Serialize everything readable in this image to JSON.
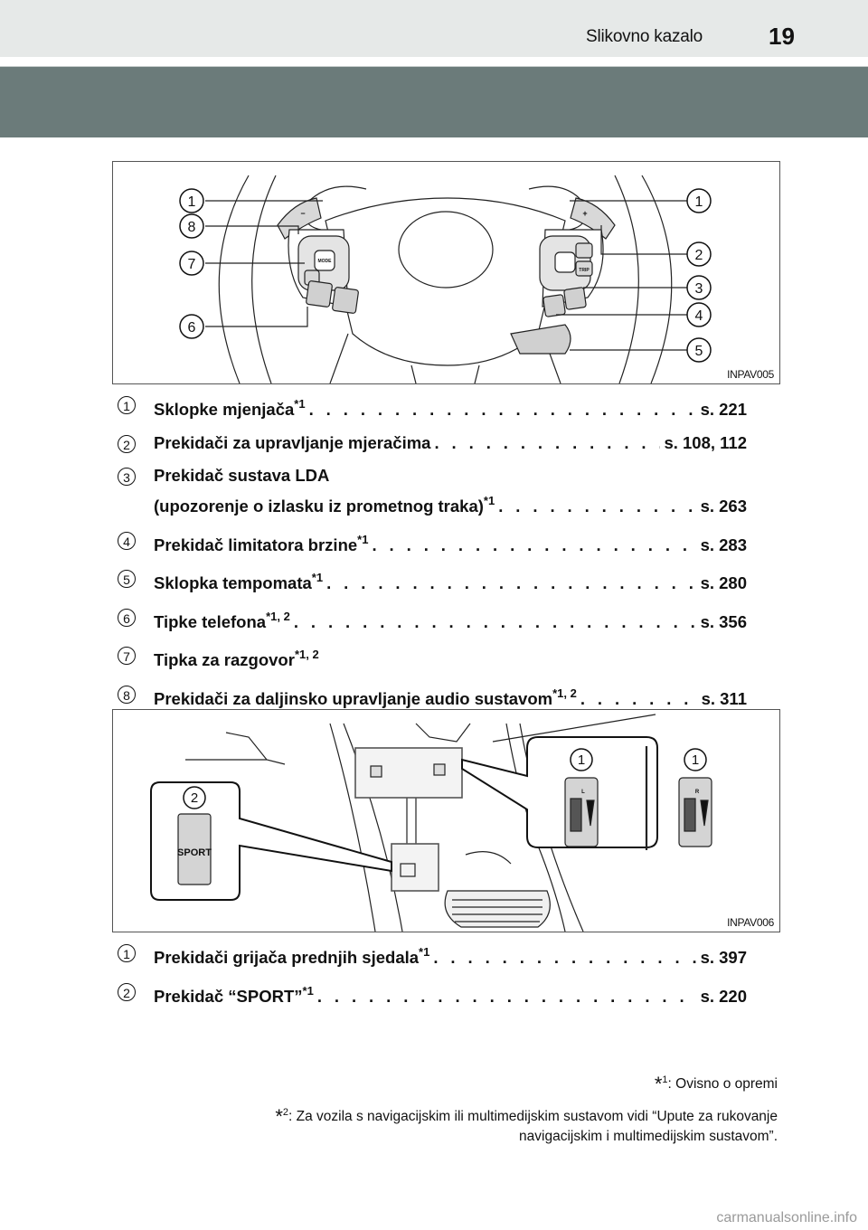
{
  "header": {
    "section_title": "Slikovno kazalo",
    "page_number": "19"
  },
  "figure1": {
    "code": "INPAV005",
    "callouts": [
      "1",
      "8",
      "7",
      "6",
      "1",
      "2",
      "3",
      "4",
      "5"
    ],
    "button_labels": {
      "mode": "MODE",
      "trip": "TRIP",
      "paddle_minus": "−",
      "paddle_plus": "+"
    }
  },
  "list1": [
    {
      "num": "1",
      "text": "Sklopke mjenjača",
      "sup": "*1",
      "page": "s. 221"
    },
    {
      "num": "2",
      "text": "Prekidači za upravljanje mjeračima",
      "sup": "",
      "page": "s. 108, 112"
    },
    {
      "num": "3",
      "text": "Prekidač sustava LDA",
      "sup": "",
      "page": "",
      "cont_text": "(upozorenje o izlasku iz prometnog traka)",
      "cont_sup": "*1",
      "cont_page": "s. 263"
    },
    {
      "num": "4",
      "text": "Prekidač limitatora brzine",
      "sup": "*1",
      "page": "s. 283"
    },
    {
      "num": "5",
      "text": "Sklopka tempomata",
      "sup": "*1",
      "page": "s. 280"
    },
    {
      "num": "6",
      "text": "Tipke telefona",
      "sup": "*1, 2",
      "page": "s. 356"
    },
    {
      "num": "7",
      "text": "Tipka za razgovor",
      "sup": "*1, 2",
      "page": ""
    },
    {
      "num": "8",
      "text": "Prekidači za daljinsko upravljanje audio sustavom",
      "sup": "*1, 2",
      "page": "s. 311"
    }
  ],
  "figure2": {
    "code": "INPAV006",
    "callouts": [
      "2",
      "1",
      "1"
    ],
    "sport_label": "SPORT",
    "seat_left": "L",
    "seat_right": "R"
  },
  "list2": [
    {
      "num": "1",
      "text": "Prekidači grijača prednjih sjedala",
      "sup": "*1",
      "page": "s. 397"
    },
    {
      "num": "2",
      "text": "Prekidač “SPORT”",
      "sup": "*1",
      "page": "s. 220"
    }
  ],
  "footnotes": [
    {
      "mark": "*",
      "idx": "1",
      "text": ": Ovisno o opremi"
    },
    {
      "mark": "*",
      "idx": "2",
      "text": ": Za vozila s navigacijskim ili multimedijskim sustavom vidi “Upute za rukovanje",
      "text2": "navigacijskim i multimedijskim sustavom”."
    }
  ],
  "watermark": "carmanualsonline.info",
  "dots": ". . . . . . . . . . . . . . . . . . . . . . . . . . . . . . . . . . . . . . . . . . . . . . . . . . . . . . . . . . . . . . . ."
}
